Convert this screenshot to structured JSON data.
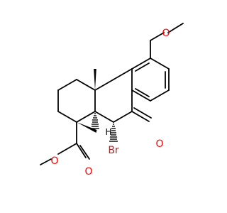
{
  "molecule": {
    "atoms": {
      "ether_oxygen": {
        "text": "O",
        "color": "#ff0000"
      },
      "ketone_oxygen": {
        "text": "O",
        "color": "#ff0000"
      },
      "ester_carbonyl_oxygen": {
        "text": "O",
        "color": "#ff0000"
      },
      "ester_alkoxy_oxygen": {
        "text": "O",
        "color": "#ff0000"
      },
      "bromine": {
        "text": "Br",
        "color": "#a52a2a"
      },
      "ring_junction_hydrogen": {
        "text": "H",
        "color": "#000000"
      }
    },
    "bond_color": "#000000"
  }
}
